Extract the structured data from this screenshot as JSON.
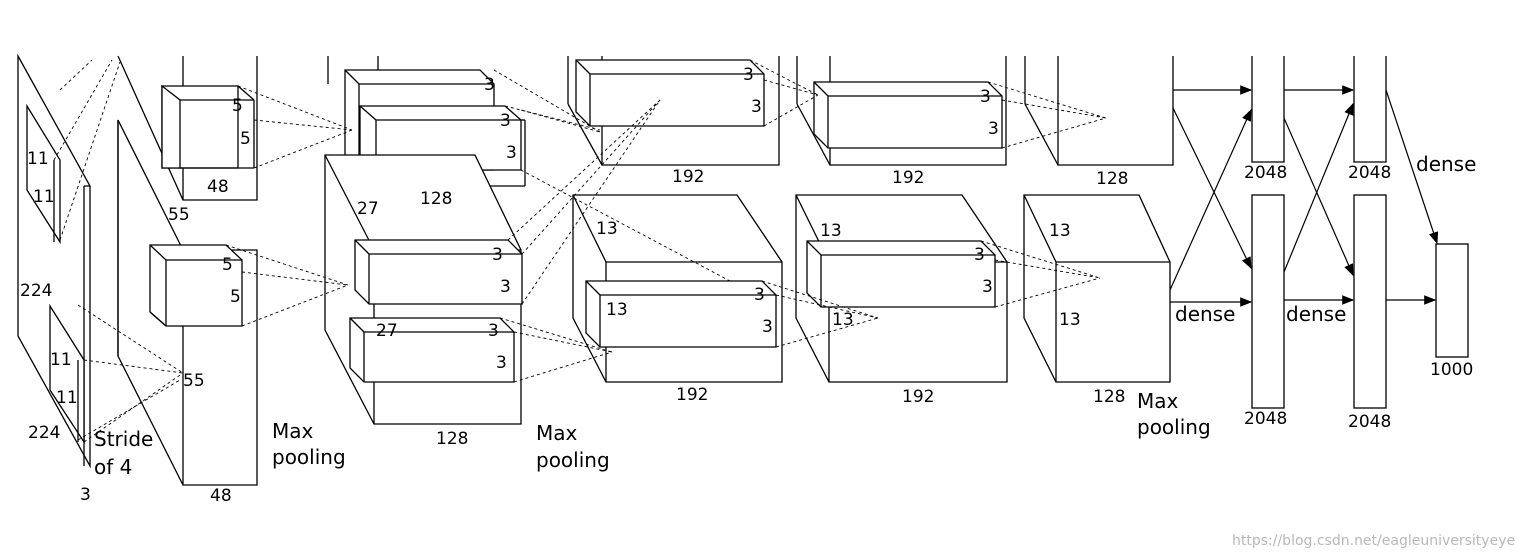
{
  "labels": {
    "input_k1": "11",
    "input_k2": "11",
    "input_k3": "11",
    "input_k4": "11",
    "input_h": "224",
    "input_w": "224",
    "input_d": "3",
    "stride": "Stride",
    "stride2": "of 4",
    "c1_size": "55",
    "c1_size2": "55",
    "c1_d1": "48",
    "c1_d2": "48",
    "c1_k1": "5",
    "c1_k2": "5",
    "c1_k3": "5",
    "c1_k4": "5",
    "pool1a": "Max",
    "pool1b": "pooling",
    "c2_size": "27",
    "c2_size2": "27",
    "c2_d1": "128",
    "c2_d2": "128",
    "c2_k1": "3",
    "c2_k2": "3",
    "c2_k3": "3",
    "c2_k4": "3",
    "c2_k5": "3",
    "c2_k6": "3",
    "c2_k7": "3",
    "pool2a": "Max",
    "pool2b": "pooling",
    "c3_size": "13",
    "c3_size2": "13",
    "c3_d1": "192",
    "c3_d2": "192",
    "c3_k1": "3",
    "c3_k2": "3",
    "c3_k3": "3",
    "c3_k4": "3",
    "c4_size": "13",
    "c4_size2": "13",
    "c4_d1": "192",
    "c4_d2": "192",
    "c4_k1": "3",
    "c4_k2": "3",
    "c4_k3": "3",
    "c4_k4": "3",
    "c5_size": "13",
    "c5_size2": "13",
    "c5_d1": "128",
    "c5_d2": "128",
    "pool3a": "Max",
    "pool3b": "pooling",
    "fc1_a": "2048",
    "fc1_b": "2048",
    "fc2_a": "2048",
    "fc2_b": "2048",
    "dense1": "dense",
    "dense2": "dense",
    "dense3": "dense",
    "out": "1000"
  },
  "watermark": "https://blog.csdn.net/eagleuniversityeye"
}
